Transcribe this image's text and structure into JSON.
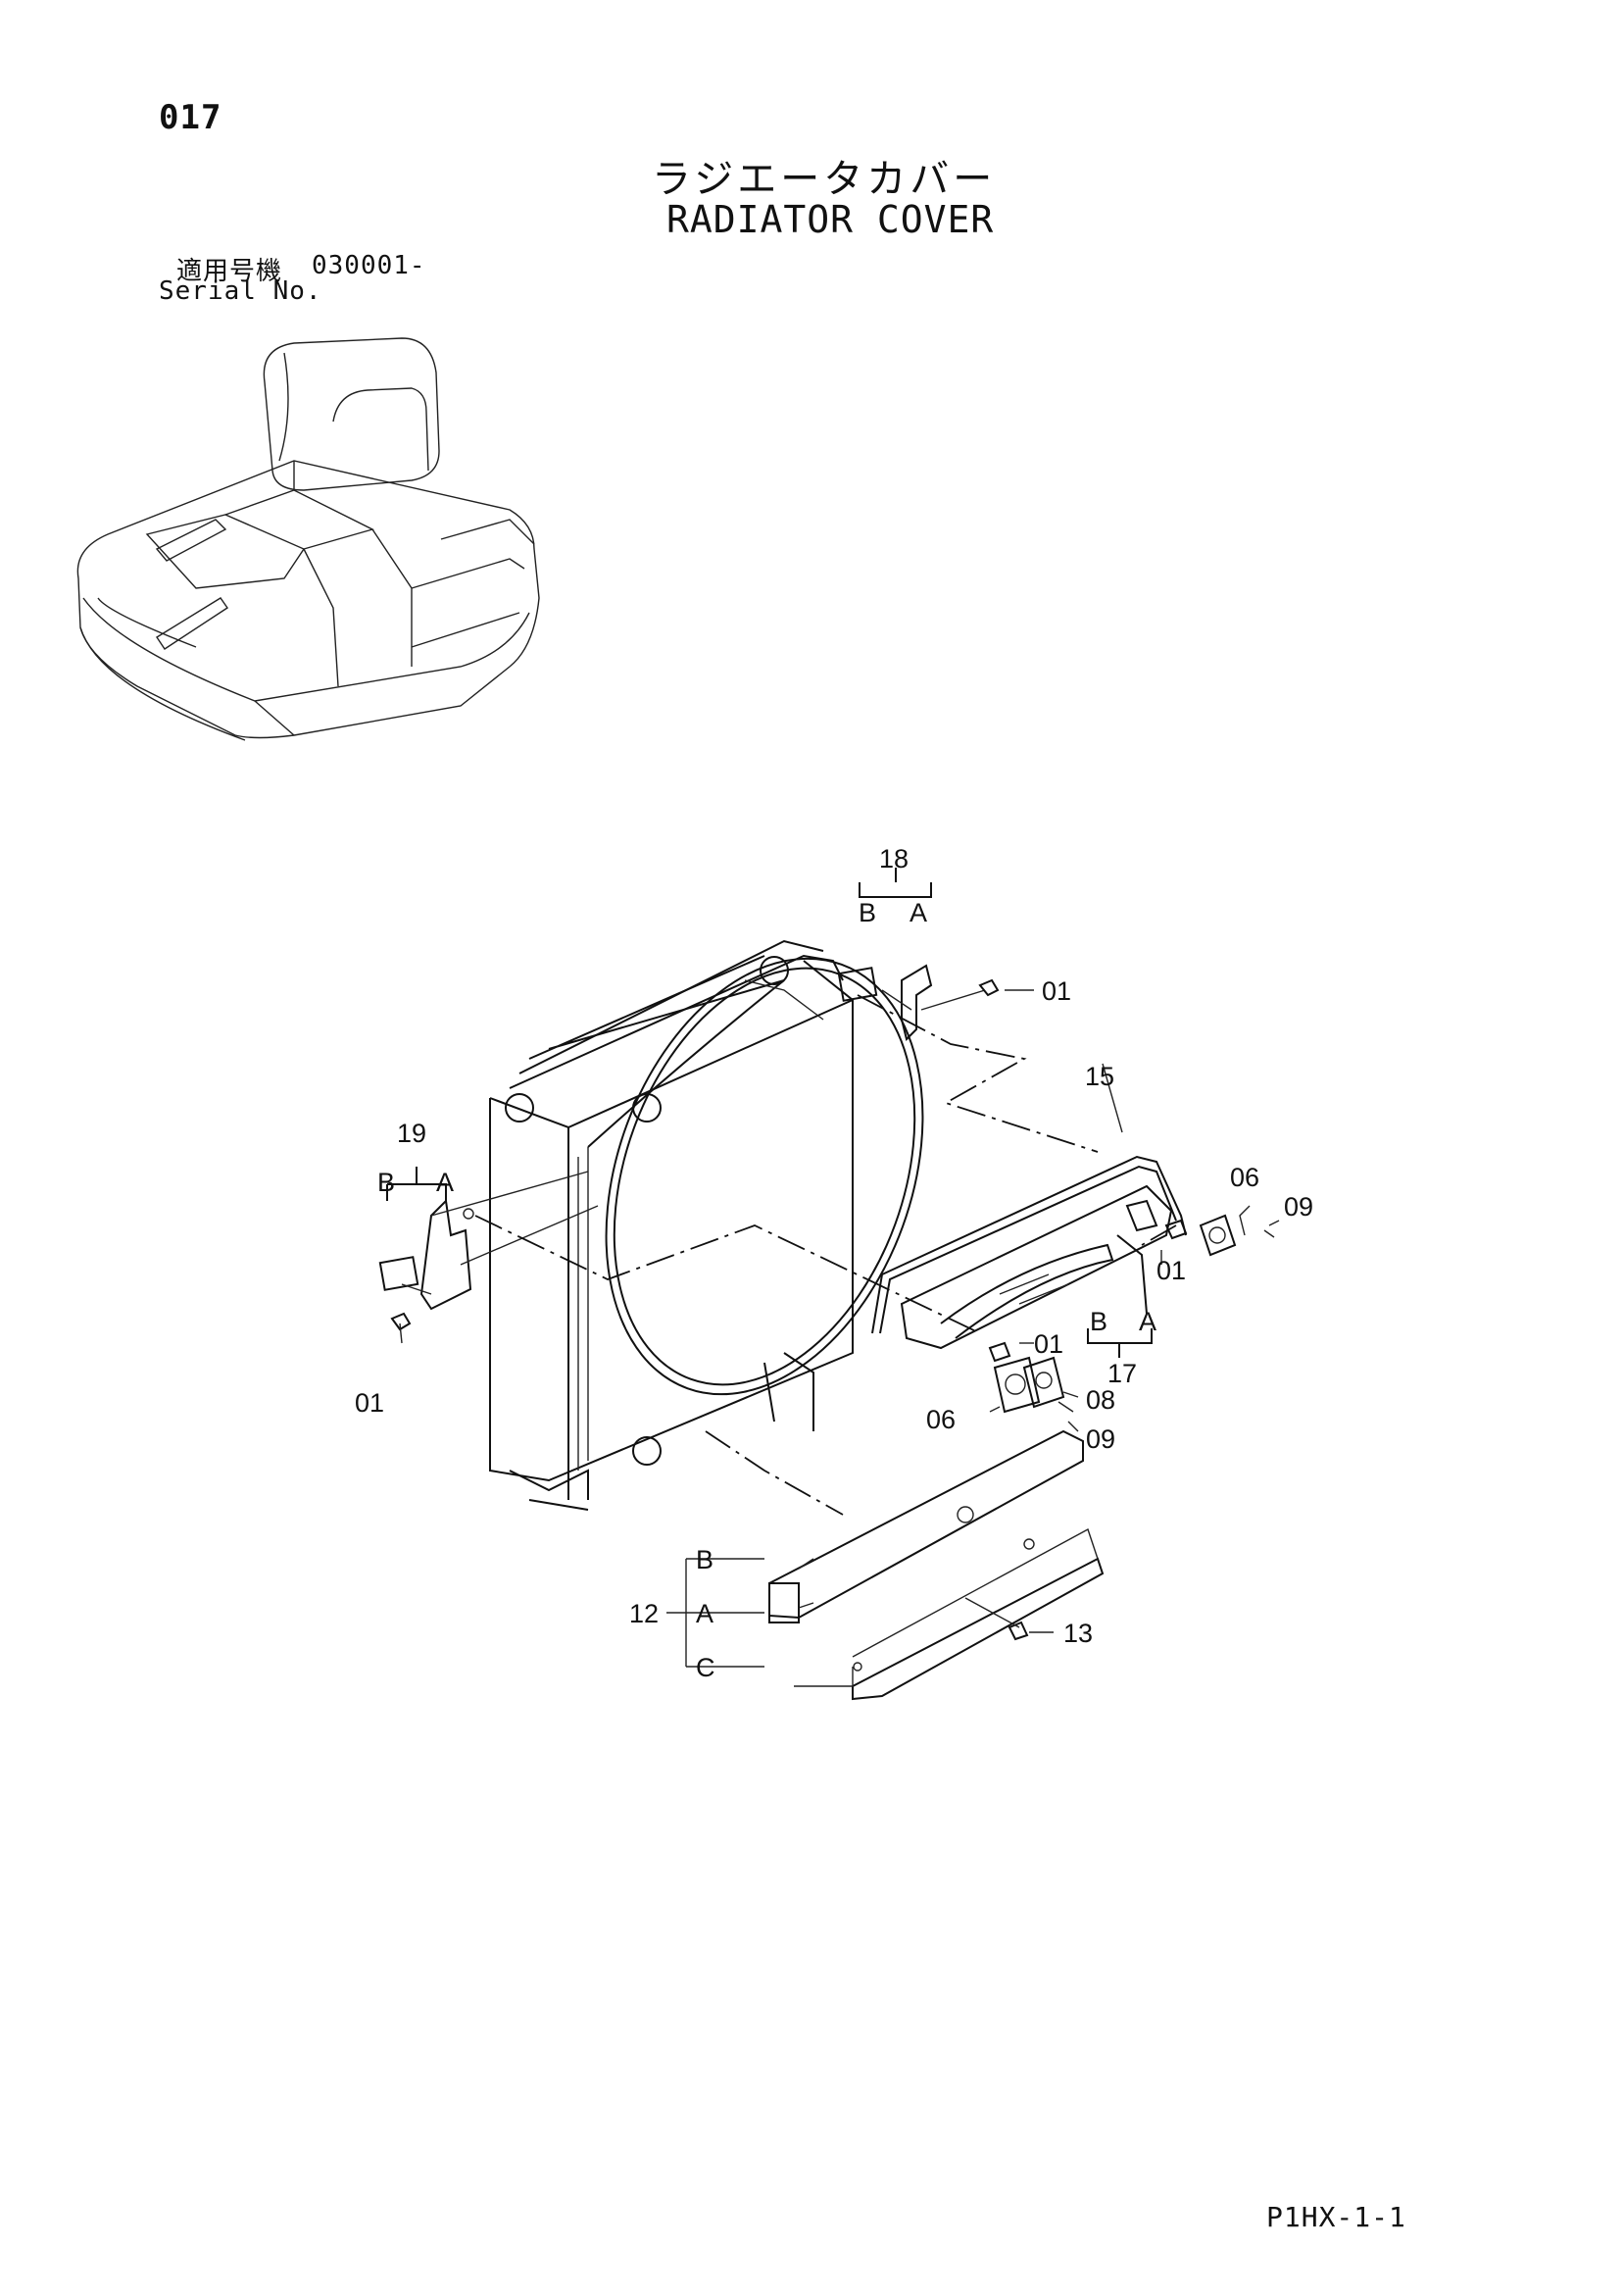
{
  "page_number": "017",
  "title_jp": "ラジエータカバー",
  "title_en": "RADIATOR COVER",
  "serial_jp": "適用号機",
  "serial_value": "030001-",
  "serial_en": "Serial No.",
  "footer_code": "P1HX-1-1",
  "callouts": {
    "c18": "18",
    "c18b": "B",
    "c18a": "A",
    "c01a": "01",
    "c15": "15",
    "c06a": "06",
    "c09a": "09",
    "c01b": "01",
    "c17b": "B",
    "c17a": "A",
    "c17": "17",
    "c19": "19",
    "c19b": "B",
    "c19a": "A",
    "c01c": "01",
    "c01d": "01",
    "c08": "08",
    "c06b": "06",
    "c09b": "09",
    "c12": "12",
    "c12b": "B",
    "c12a": "A",
    "c12c": "C",
    "c13": "13"
  }
}
